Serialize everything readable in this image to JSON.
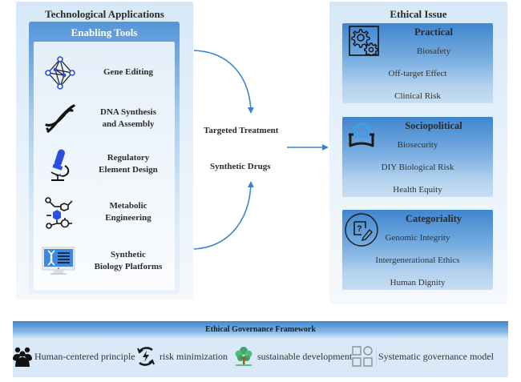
{
  "left_panel": {
    "title": "Technological Applications",
    "subpanel_title": "Enabling Tools",
    "tools": [
      {
        "label_lines": [
          "Gene Editing"
        ],
        "icon": "gene-editing-icon"
      },
      {
        "label_lines": [
          "DNA Synthesis",
          "and Assembly"
        ],
        "icon": "dna-helix-icon"
      },
      {
        "label_lines": [
          "Regulatory",
          "Element Design"
        ],
        "icon": "microscope-icon"
      },
      {
        "label_lines": [
          "Metabolic",
          "Engineering"
        ],
        "icon": "molecule-icon"
      },
      {
        "label_lines": [
          "Synthetic",
          "Biology Platforms"
        ],
        "icon": "computer-dna-icon"
      }
    ]
  },
  "middle": {
    "labels": [
      "Targeted Treatment",
      "Synthetic Drugs"
    ]
  },
  "right_panel": {
    "title": "Ethical Issue",
    "issues": [
      {
        "heading": "Practical",
        "icon": "gears-icon",
        "items": [
          "Biosafety",
          "Off-target Effect",
          "Clinical Risk"
        ]
      },
      {
        "heading": "Sociopolitical",
        "icon": "open-book-home-icon",
        "items": [
          "Biosecurity",
          "DIY Biological Risk",
          "Health Equity"
        ]
      },
      {
        "heading": "Categoriality",
        "icon": "question-note-icon",
        "items": [
          "Genomic Integrity",
          "Intergenerational Ethics",
          "Human Dignity"
        ]
      }
    ]
  },
  "governance": {
    "title": "Ethical Governance Framework",
    "items": [
      {
        "label": "Human-centered principle",
        "icon": "people-group-icon"
      },
      {
        "label": "risk minimization",
        "icon": "lightning-cycle-icon"
      },
      {
        "label": "sustainable development",
        "icon": "tree-icon"
      },
      {
        "label": "Systematic governance model",
        "icon": "grid-shapes-icon"
      }
    ]
  },
  "colors": {
    "accent_blue": "#3d86cf",
    "icon_blue": "#2d4de0",
    "arrow_blue": "#3a85c8",
    "panel_bg": "#d6e8f7",
    "tree_green": "#3aa86a"
  }
}
